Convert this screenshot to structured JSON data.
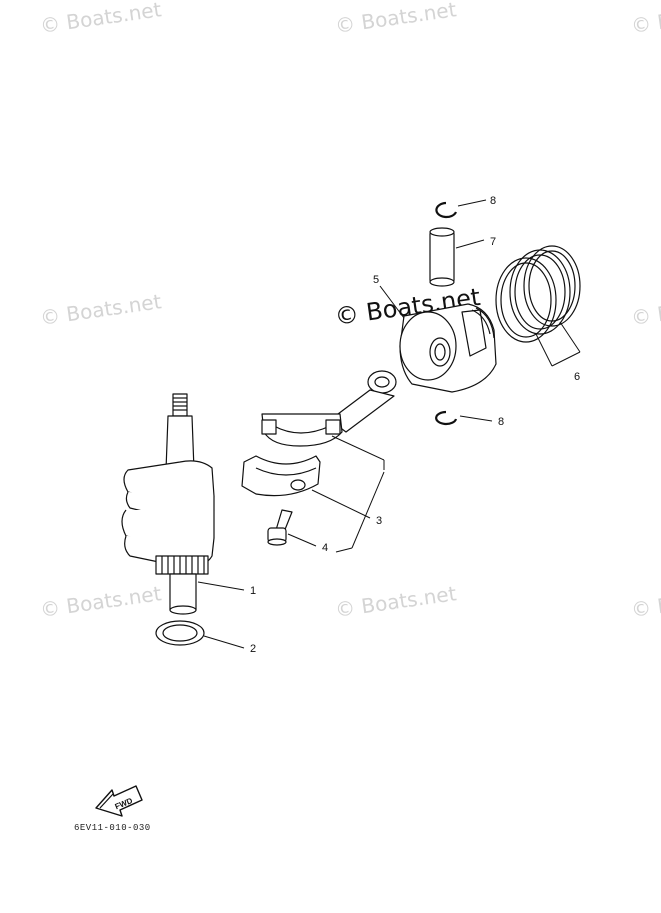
{
  "watermark": {
    "text": "© Boats.net",
    "partial_right": "© F"
  },
  "callouts": [
    "1",
    "2",
    "3",
    "4",
    "5",
    "6",
    "7",
    "8",
    "8"
  ],
  "fwd_label": "FWD",
  "diagram_code": "6EV11-010-030"
}
